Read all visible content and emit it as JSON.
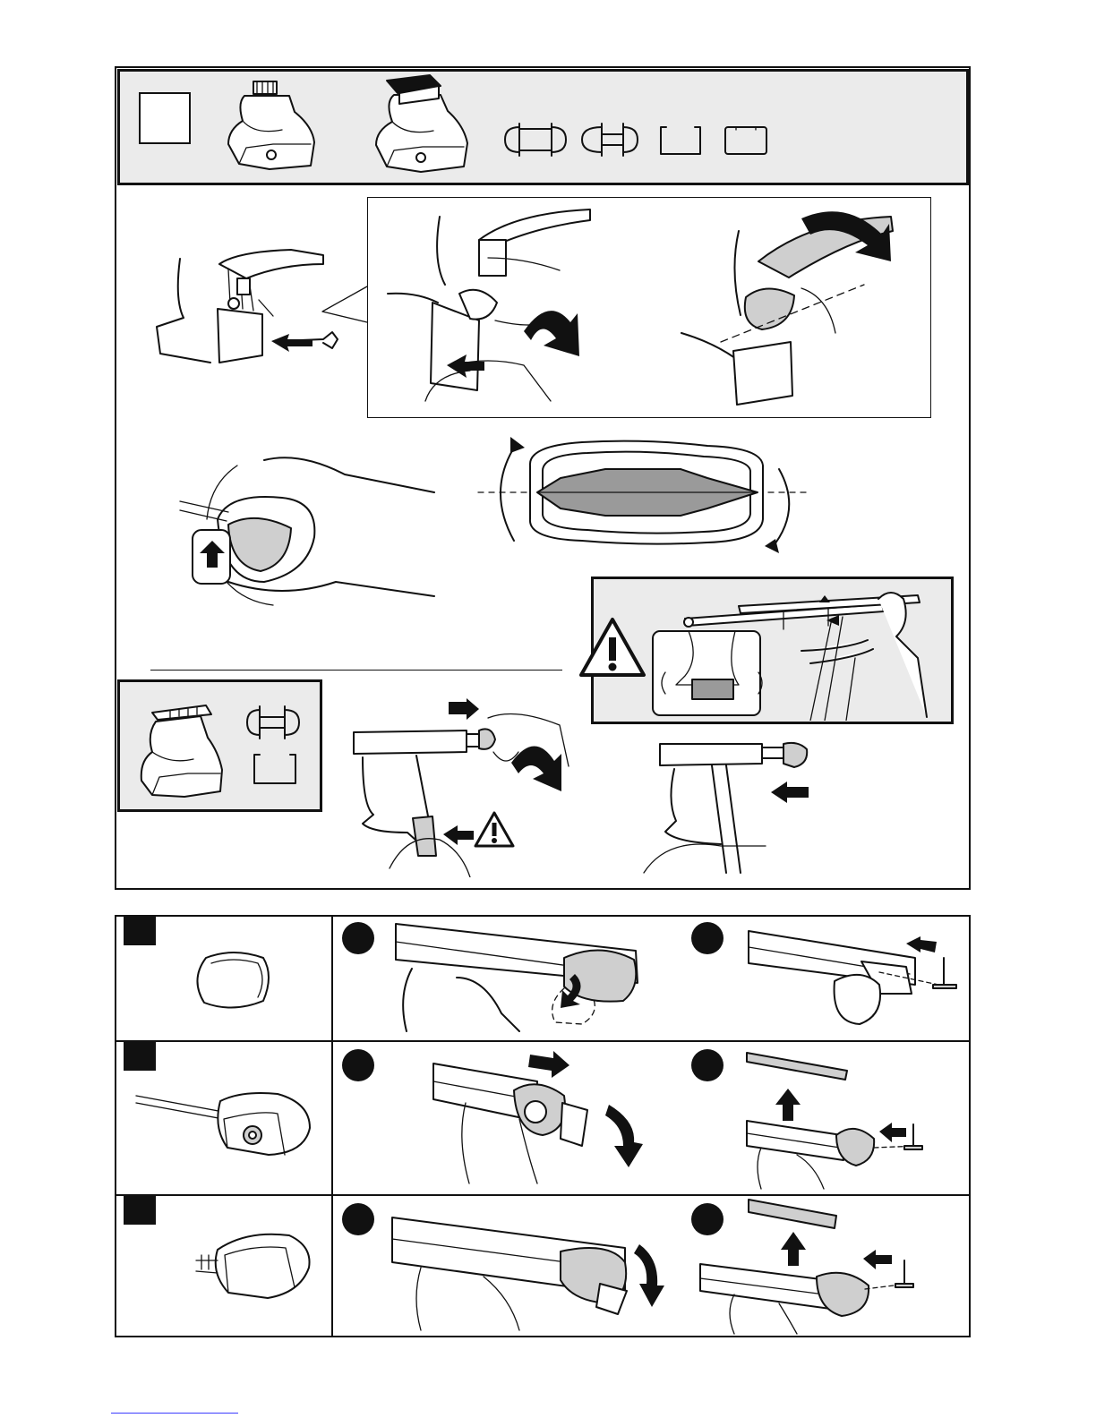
{
  "page": {
    "title": "",
    "sections": {
      "fit_kit": {
        "number_label": "",
        "foot_types": [
          "foot-type-a",
          "foot-type-b"
        ],
        "bar_profiles": [
          "profile-square-t-track",
          "profile-aero",
          "profile-square",
          "profile-square-flat"
        ]
      },
      "step_boxes": {
        "alt_foot_profiles": [
          "profile-aero",
          "profile-square"
        ]
      },
      "end_caps": {
        "rows": [
          {
            "badge": "",
            "steps": [
              "",
              ""
            ]
          },
          {
            "badge": "",
            "steps": [
              "",
              ""
            ]
          },
          {
            "badge": "",
            "steps": [
              "",
              ""
            ]
          }
        ]
      }
    },
    "icons": {
      "warning": "warning-triangle-icon",
      "arrow": "arrow-icon",
      "rotate": "rotate-arrow-icon"
    },
    "colors": {
      "line": "#111111",
      "panel_fill": "#ebebeb",
      "shade": "#cfcfcf",
      "footer_rule": "#3b3bff"
    }
  }
}
